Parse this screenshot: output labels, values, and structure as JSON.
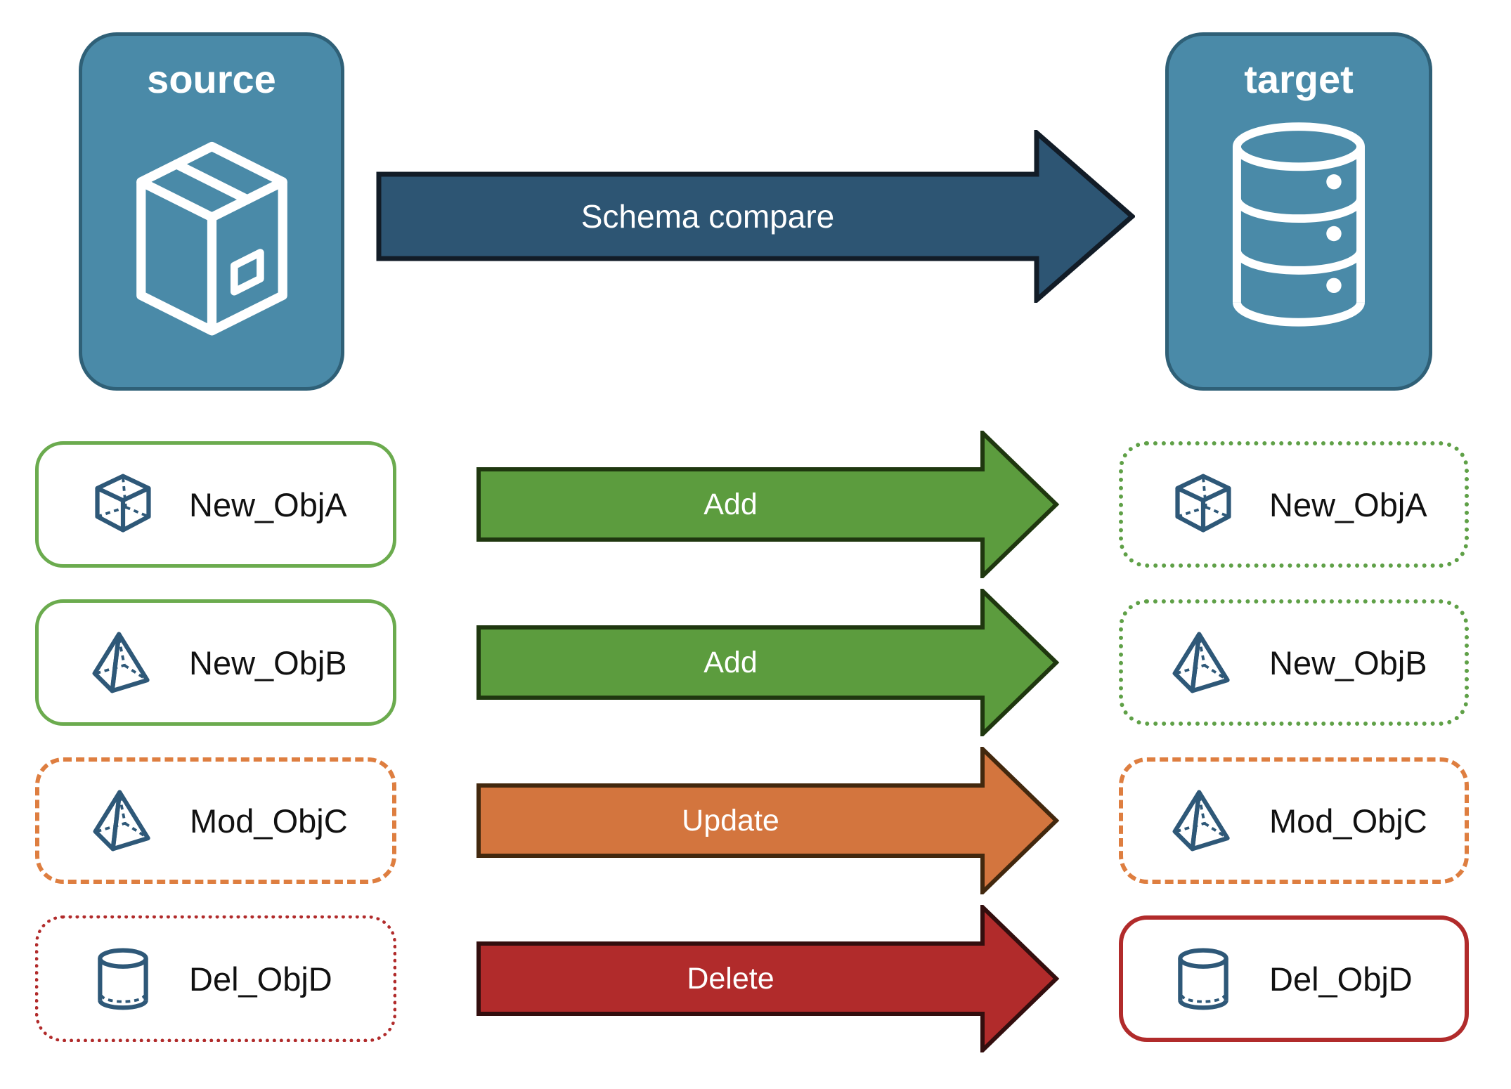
{
  "diagram": {
    "source_node": {
      "title": "source",
      "icon": "package-icon"
    },
    "target_node": {
      "title": "target",
      "icon": "database-icon"
    },
    "compare_arrow": {
      "label": "Schema compare"
    },
    "rows": [
      {
        "object": "New_ObjA",
        "icon": "cube-icon",
        "action": "Add",
        "source_box_style": "solid-green",
        "target_box_style": "dotted-green"
      },
      {
        "object": "New_ObjB",
        "icon": "pyramid-icon",
        "action": "Add",
        "source_box_style": "solid-green",
        "target_box_style": "dotted-green"
      },
      {
        "object": "Mod_ObjC",
        "icon": "pyramid-icon",
        "action": "Update",
        "source_box_style": "dashed-orange",
        "target_box_style": "dashed-orange"
      },
      {
        "object": "Del_ObjD",
        "icon": "cylinder-icon",
        "action": "Delete",
        "source_box_style": "dotted-red",
        "target_box_style": "solid-red"
      }
    ],
    "colors": {
      "node_fill": "#4A8AA8",
      "node_border": "#2F6077",
      "compare_arrow_fill": "#2D5573",
      "add_arrow_fill": "#5C9C3E",
      "update_arrow_fill": "#D3753E",
      "delete_arrow_fill": "#B12B2B",
      "green_border": "#6BAB4E",
      "green_dotted": "#5FA047",
      "orange_border": "#DE7E40",
      "red_border": "#B12B2B",
      "icon_stroke": "#2E5878"
    }
  }
}
